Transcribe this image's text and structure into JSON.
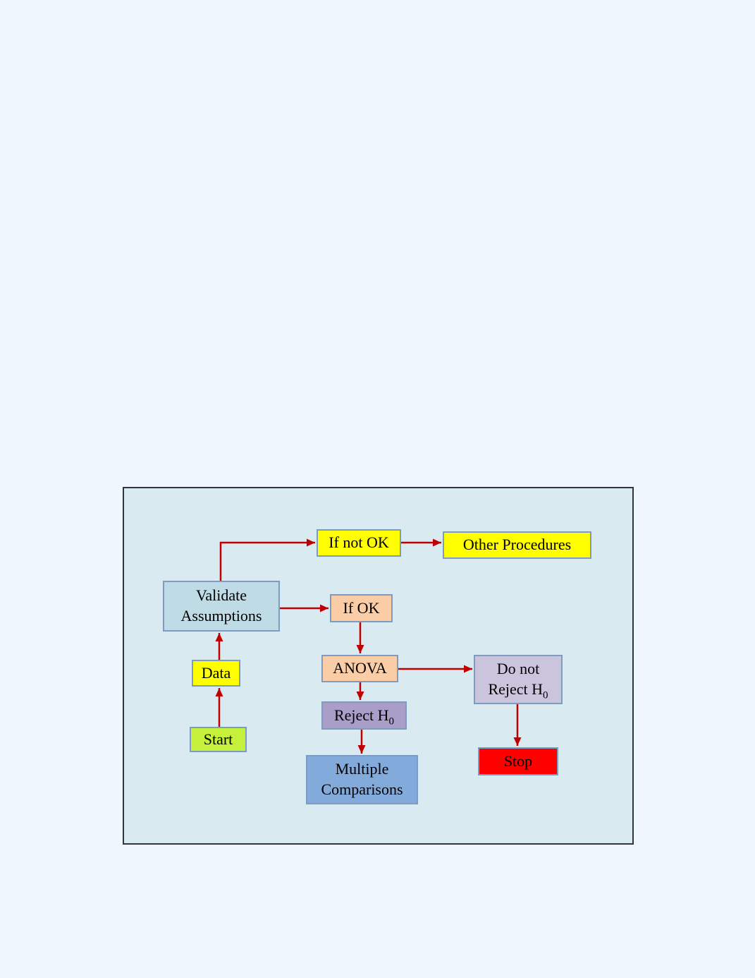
{
  "diagram": {
    "description": "ANOVA procedure flowchart",
    "nodes": {
      "start": {
        "label": "Start",
        "fill": "#C5F13B"
      },
      "data": {
        "label": "Data",
        "fill": "#FFFF00"
      },
      "validate_assumptions": {
        "line1": "Validate",
        "line2": "Assumptions",
        "fill": "#BEDBE6"
      },
      "if_not_ok": {
        "label": "If not OK",
        "fill": "#FFFF00"
      },
      "other_procedures": {
        "label": "Other Procedures",
        "fill": "#FFFF00"
      },
      "if_ok": {
        "label": "If OK",
        "fill": "#FACDA6"
      },
      "anova": {
        "label": "ANOVA",
        "fill": "#FACDA6"
      },
      "reject_h0": {
        "text": "Reject H",
        "sub": "0",
        "fill": "#A89EC8"
      },
      "do_not_reject_h0": {
        "line1": "Do not",
        "line2_text": "Reject H",
        "line2_sub": "0",
        "fill": "#CBC4DD"
      },
      "multiple_comparisons": {
        "line1": "Multiple",
        "line2": "Comparisons",
        "fill": "#82AADB"
      },
      "stop": {
        "label": "Stop",
        "fill": "#FE0000"
      }
    },
    "edges": [
      {
        "from": "Start",
        "to": "Data"
      },
      {
        "from": "Data",
        "to": "Validate Assumptions"
      },
      {
        "from": "Validate Assumptions",
        "to": "If not OK"
      },
      {
        "from": "If not OK",
        "to": "Other Procedures"
      },
      {
        "from": "Validate Assumptions",
        "to": "If OK"
      },
      {
        "from": "If OK",
        "to": "ANOVA"
      },
      {
        "from": "ANOVA",
        "to": "Reject H0"
      },
      {
        "from": "ANOVA",
        "to": "Do not Reject H0"
      },
      {
        "from": "Reject H0",
        "to": "Multiple Comparisons"
      },
      {
        "from": "Do not Reject H0",
        "to": "Stop"
      }
    ],
    "colors": {
      "page_background": "#EFF6FC",
      "panel_background": "#D9EAF0",
      "panel_border": "#30363E",
      "arrow": "#C00000",
      "node_border": "#7E9BC1",
      "text": "#000000"
    }
  }
}
